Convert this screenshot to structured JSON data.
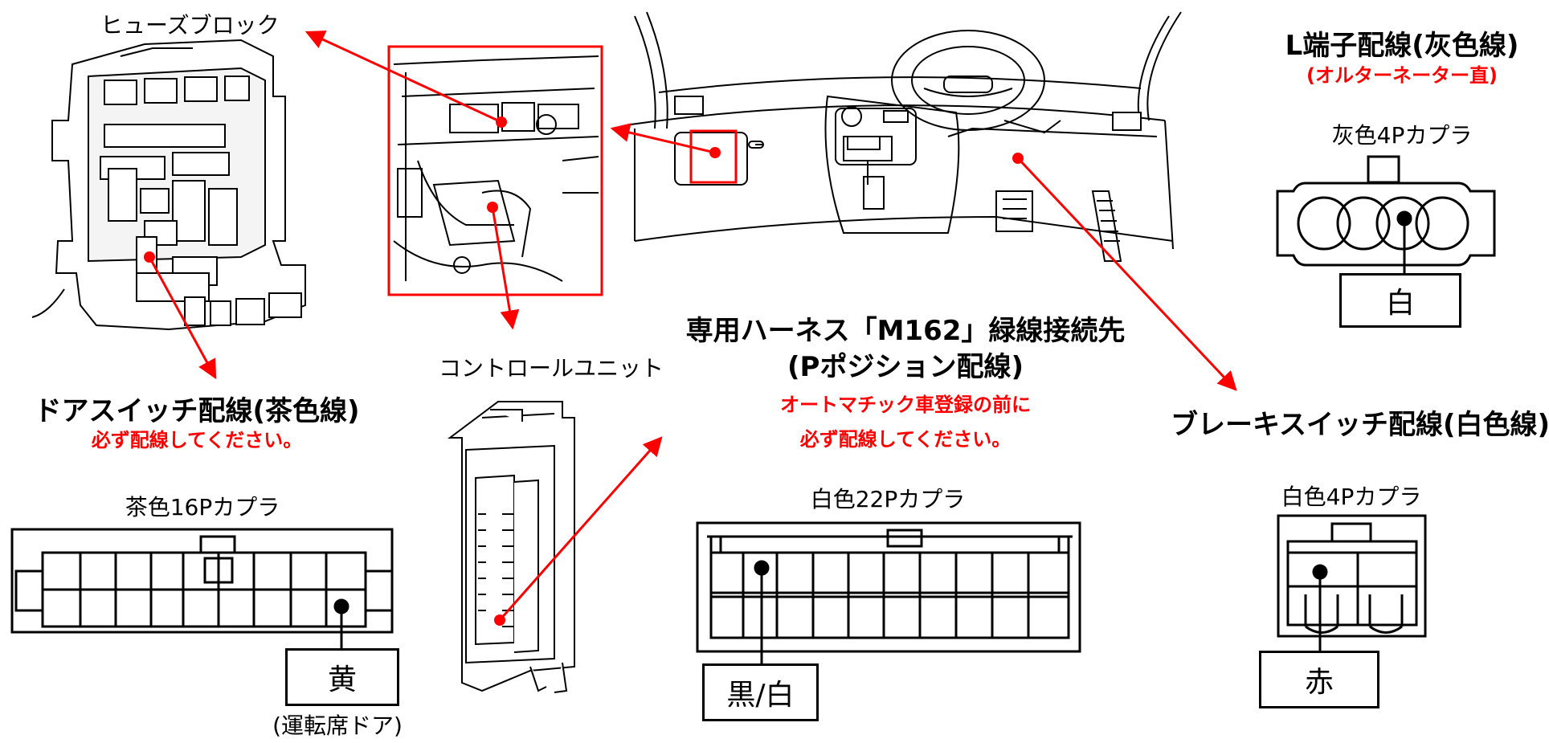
{
  "fuse_block": {
    "label": "ヒューズブロック"
  },
  "control_unit": {
    "label": "コントロールユニット"
  },
  "door_switch": {
    "title": "ドアスイッチ配線(茶色線)",
    "note": "必ず配線してください。",
    "connector_label": "茶色16Pカプラ",
    "wire_color": "黄",
    "wire_note": "(運転席ドア)"
  },
  "harness": {
    "title_line1": "専用ハーネス「M162」緑線接続先",
    "title_line2": "(Pポジション配線)",
    "note_line1": "オートマチック車登録の前に",
    "note_line2": "必ず配線してください。",
    "connector_label": "白色22Pカプラ",
    "wire_color": "黒/白"
  },
  "l_terminal": {
    "title": "L端子配線(灰色線)",
    "note": "(オルターネーター直)",
    "connector_label": "灰色4Pカプラ",
    "wire_color": "白"
  },
  "brake_switch": {
    "title": "ブレーキスイッチ配線(白色線)",
    "connector_label": "白色4Pカプラ",
    "wire_color": "赤"
  },
  "colors": {
    "accent": "#ff0000",
    "line": "#000000"
  }
}
